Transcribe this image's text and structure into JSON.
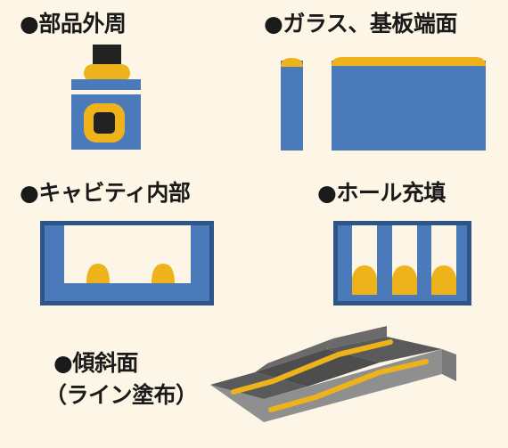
{
  "labels": {
    "parts_periphery": "●部品外周",
    "glass_substrate_edge": "●ガラス、基板端面",
    "cavity_interior": "●キャビティ内部",
    "hole_filling": "●ホール充填",
    "slope_line1": "●傾斜面",
    "slope_line2": "（ライン塗布）"
  },
  "colors": {
    "background": "#fdf5e5",
    "substrate_blue": "#4a7ab9",
    "border_navy": "#2e5588",
    "coating_yellow": "#eeb21b",
    "component_black": "#222222",
    "slope_top": "#5a5a5a",
    "slope_side": "#8f8f8f"
  }
}
